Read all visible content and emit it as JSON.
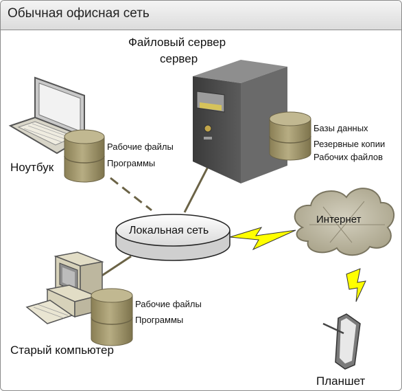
{
  "title": "Обычная офисная сеть",
  "server": {
    "label_line1": "Файловый сервер",
    "label_line2": "сервер"
  },
  "server_db": {
    "lines": [
      "Базы данных",
      "Резервные копии",
      "Рабочих файлов"
    ]
  },
  "laptop": {
    "label": "Ноутбук",
    "db_lines": [
      "Рабочие файлы",
      "Программы"
    ]
  },
  "old_pc": {
    "label": "Старый компьютер",
    "db_lines": [
      "Рабочие файлы",
      "Программы"
    ]
  },
  "network": {
    "label": "Локальная сеть"
  },
  "internet": {
    "label": "Интернет"
  },
  "tablet": {
    "label": "Планшет"
  },
  "colors": {
    "db": "#a89d72",
    "server": "#484848",
    "lightning": "#ffff00",
    "line": "#6b6346",
    "cloud": "#bdb8a4"
  }
}
